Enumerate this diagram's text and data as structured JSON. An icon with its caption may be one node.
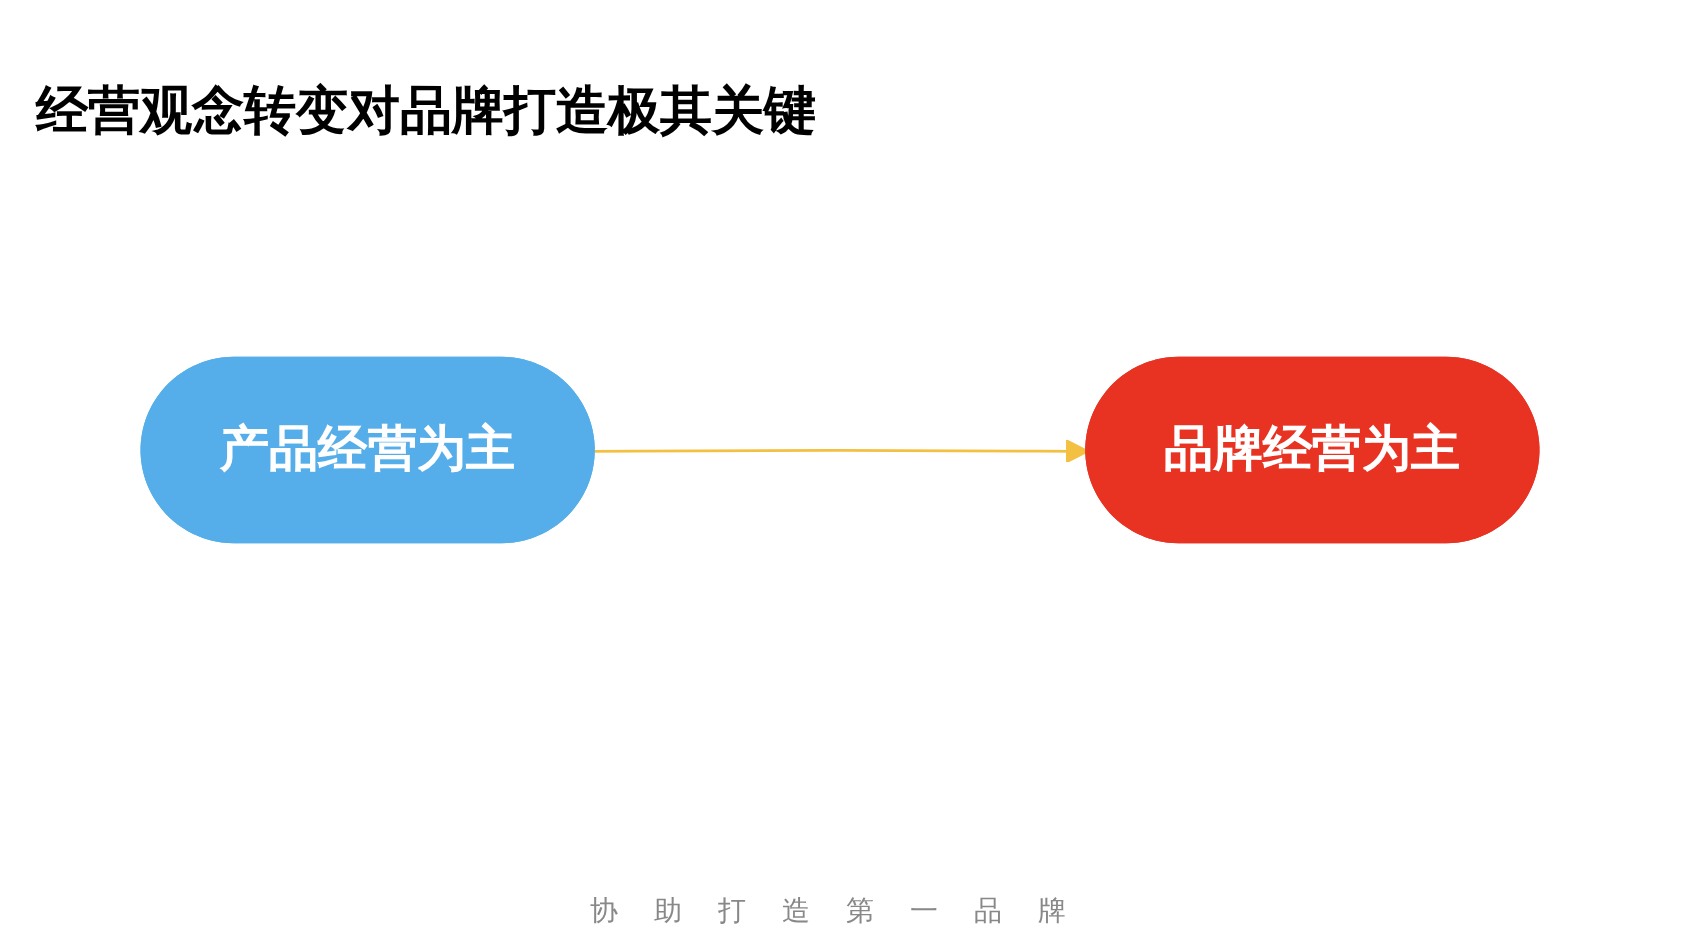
{
  "diagram": {
    "title": "经营观念转变对品牌打造极其关键",
    "nodes": [
      {
        "text": [
          "产品经营为主"
        ]
      },
      {
        "text": [
          "品牌经营为主"
        ]
      }
    ],
    "edges": [
      {
        "from": 0,
        "to": 1,
        "arrow": "to",
        "color": "#f4c042"
      }
    ],
    "caption": "协助打造第一品牌"
  }
}
